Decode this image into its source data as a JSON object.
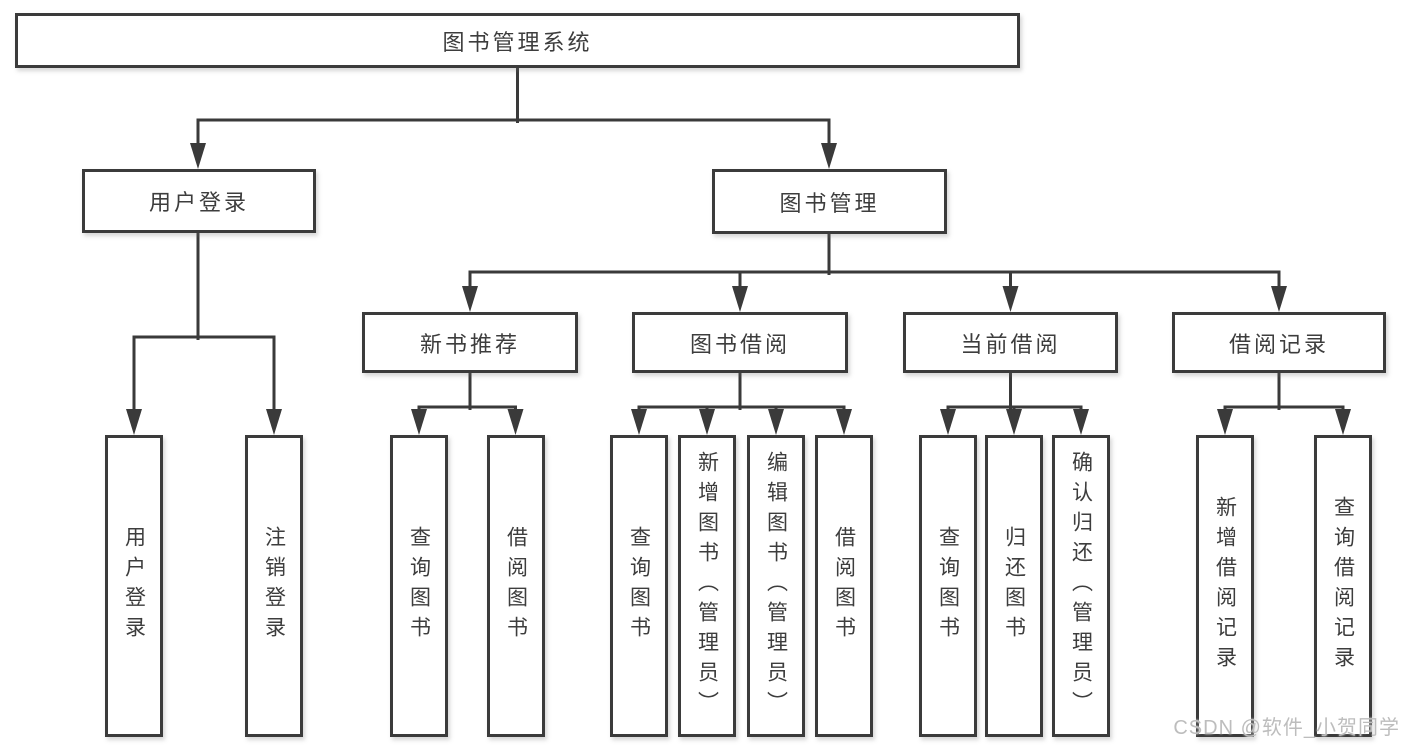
{
  "diagram": {
    "root": {
      "label": "图书管理系统"
    },
    "branches": [
      {
        "label": "用户登录",
        "children": [
          {
            "label": "用户登录"
          },
          {
            "label": "注销登录"
          }
        ]
      },
      {
        "label": "图书管理",
        "children": [
          {
            "label": "新书推荐",
            "children": [
              {
                "label": "查询图书"
              },
              {
                "label": "借阅图书"
              }
            ]
          },
          {
            "label": "图书借阅",
            "children": [
              {
                "label": "查询图书"
              },
              {
                "label": "新增图书（管理员）"
              },
              {
                "label": "编辑图书（管理员）"
              },
              {
                "label": "借阅图书"
              }
            ]
          },
          {
            "label": "当前借阅",
            "children": [
              {
                "label": "查询图书"
              },
              {
                "label": "归还图书"
              },
              {
                "label": "确认归还（管理员）"
              }
            ]
          },
          {
            "label": "借阅记录",
            "children": [
              {
                "label": "新增借阅记录"
              },
              {
                "label": "查询借阅记录"
              }
            ]
          }
        ]
      }
    ],
    "watermark": "CSDN @软件_小贺同学",
    "colors": {
      "line": "#3a3a3a",
      "text": "#3d3d3d",
      "background": "#ffffff",
      "watermark": "#bdbdbd"
    }
  }
}
